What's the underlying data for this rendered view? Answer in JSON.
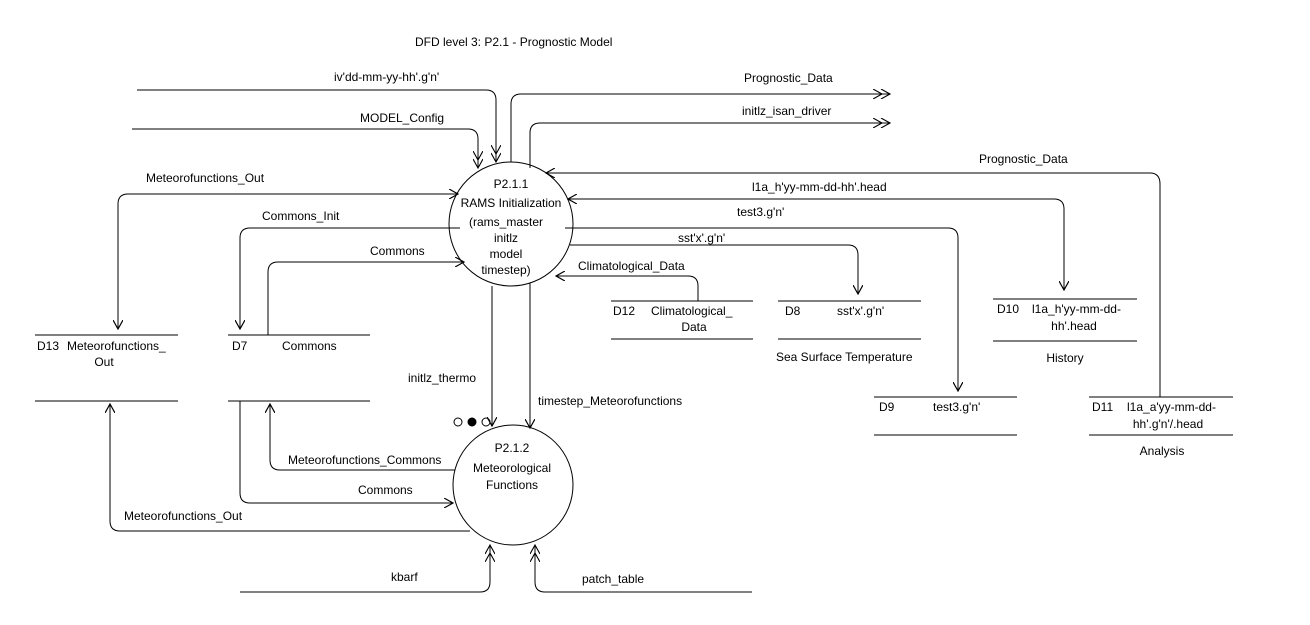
{
  "title": "DFD level 3: P2.1 - Prognostic Model",
  "processes": {
    "p1": {
      "id": "P2.1.1",
      "lines": [
        "RAMS Initialization",
        "(rams_master",
        "initlz",
        "model",
        "timestep)"
      ]
    },
    "p2": {
      "id": "P2.1.2",
      "lines": [
        "Meteorological",
        "Functions"
      ]
    }
  },
  "stores": {
    "d13": {
      "id": "D13",
      "name": "Meteorofunctions_",
      "name2": "Out"
    },
    "d7": {
      "id": "D7",
      "name": "Commons"
    },
    "d12": {
      "id": "D12",
      "name": "Climatological_",
      "name2": "Data"
    },
    "d8": {
      "id": "D8",
      "name": "sst'x'.g'n'",
      "caption": "Sea Surface Temperature"
    },
    "d10": {
      "id": "D10",
      "name": "l1a_h'yy-mm-dd-",
      "name2": "hh'.head",
      "caption": "History"
    },
    "d9": {
      "id": "D9",
      "name": "test3.g'n'"
    },
    "d11": {
      "id": "D11",
      "name": "l1a_a'yy-mm-dd-",
      "name2": "hh'.g'n'/.head",
      "caption": "Analysis"
    }
  },
  "flows": {
    "iv": "iv'dd-mm-yy-hh'.g'n'",
    "model_config": "MODEL_Config",
    "prognostic_out": "Prognostic_Data",
    "isan_driver": "initlz_isan_driver",
    "prognostic_in": "Prognostic_Data",
    "meteo_out_top": "Meteorofunctions_Out",
    "l1a_head": "l1a_h'yy-mm-dd-hh'.head",
    "commons_init": "Commons_Init",
    "test3": "test3.g'n'",
    "commons_top": "Commons",
    "sst": "sst'x'.g'n'",
    "climatological": "Climatological_Data",
    "initlz_thermo": "initlz_thermo",
    "timestep_meteo": "timestep_Meteorofunctions",
    "meteo_commons": "Meteorofunctions_Commons",
    "commons_bottom": "Commons",
    "meteo_out_bottom": "Meteorofunctions_Out",
    "kbarf": "kbarf",
    "patch_table": "patch_table"
  }
}
